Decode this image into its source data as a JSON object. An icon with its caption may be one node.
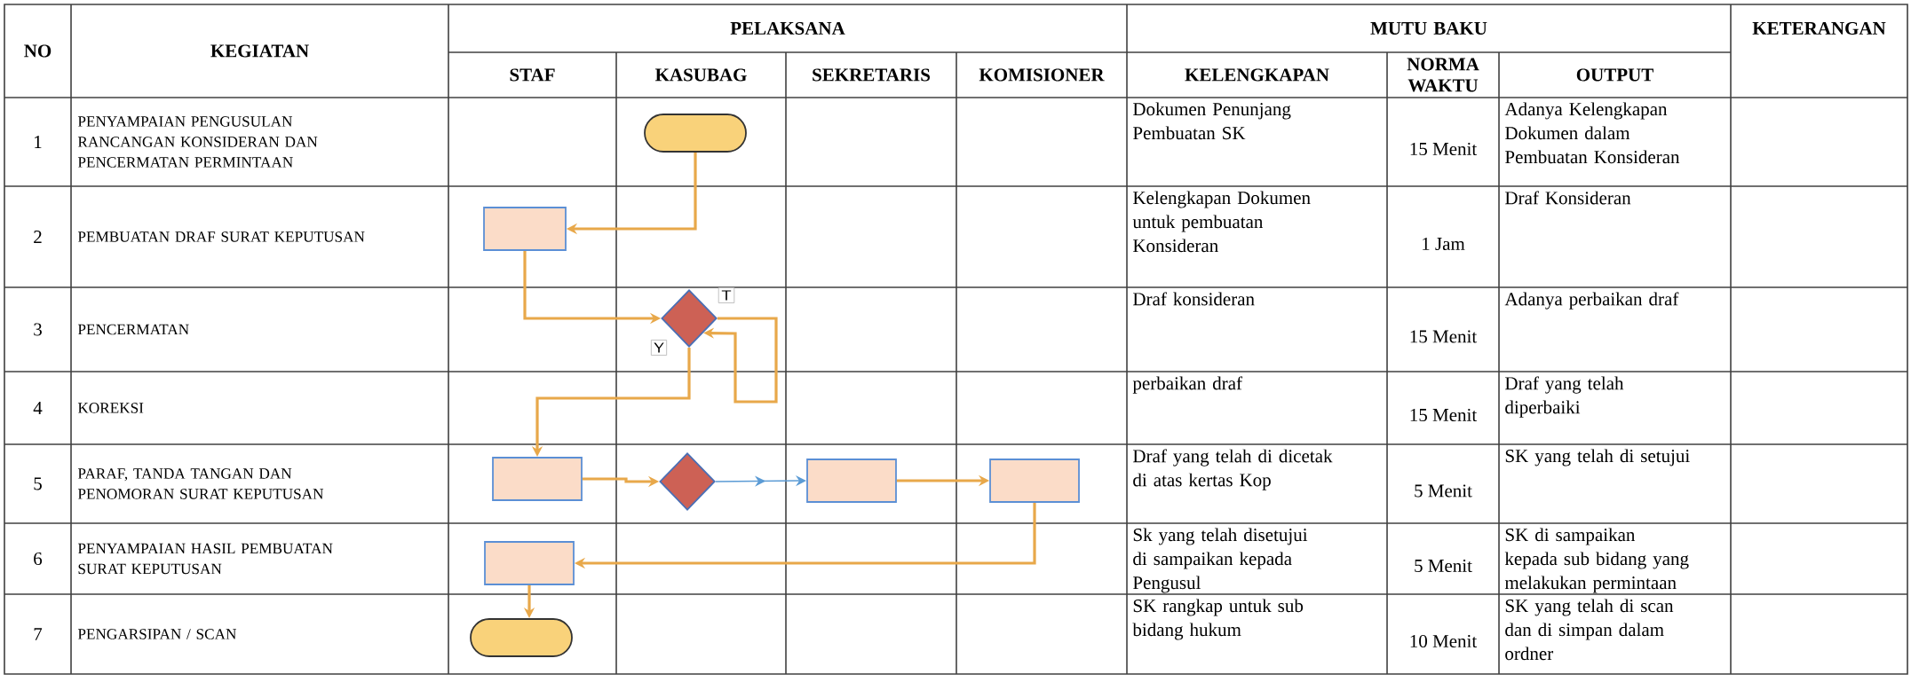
{
  "diagram": {
    "nodes": [
      {
        "text": [],
        "shape": "oval"
      },
      {
        "text": [],
        "shape": "box"
      },
      {
        "text": [],
        "shape": "diamond"
      },
      {
        "text": [],
        "shape": "box"
      },
      {
        "text": [],
        "shape": "diamond"
      },
      {
        "text": [],
        "shape": "box"
      },
      {
        "text": [],
        "shape": "box"
      },
      {
        "text": [],
        "shape": "box"
      },
      {
        "text": [],
        "shape": "oval"
      }
    ],
    "edges": [
      {
        "from": 0,
        "to": 1,
        "arrow": "to"
      },
      {
        "from": 1,
        "to": 2,
        "arrow": "to"
      },
      {
        "from": 2,
        "to": 2,
        "arrow": "to",
        "label": "T"
      },
      {
        "from": 2,
        "to": 3,
        "arrow": "to",
        "label": "Y"
      },
      {
        "from": 3,
        "to": 4,
        "arrow": "to"
      },
      {
        "from": 4,
        "to": 5,
        "arrow": "to",
        "color": "#5b9bd5"
      },
      {
        "from": 5,
        "to": 6,
        "arrow": "to"
      },
      {
        "from": 6,
        "to": 7,
        "arrow": "to"
      },
      {
        "from": 7,
        "to": 8,
        "arrow": "to"
      }
    ],
    "labels": [
      "NO",
      "KEGIATAN",
      "PELAKSANA",
      "MUTU BAKU",
      "KETERANGAN",
      "STAF",
      "KASUBAG",
      "SEKRETARIS",
      "KOMISIONER",
      "KELENGKAPAN",
      "NORMA WAKTU",
      "OUTPUT",
      "1",
      "PENYAMPAIAN PENGUSULAN RANCANGAN KONSIDERAN DAN PENCERMATAN PERMINTAAN",
      "Dokumen Penunjang Pembuatan SK",
      "15 Menit",
      "Adanya Kelengkapan Dokumen dalam Pembuatan Konsideran",
      "2",
      "PEMBUATAN DRAF SURAT KEPUTUSAN",
      "Kelengkapan Dokumen untuk pembuatan Konsideran",
      "1 Jam",
      "Draf Konsideran",
      "3",
      "PENCERMATAN",
      "Draf konsideran",
      "15 Menit",
      "Adanya perbaikan draf",
      "4",
      "KOREKSI",
      "perbaikan draf",
      "15 Menit",
      "Draf yang telah diperbaiki",
      "5",
      "PARAF, TANDA TANGAN DAN PENOMORAN SURAT KEPUTUSAN",
      "Draf yang telah di dicetak di atas kertas Kop",
      "5 Menit",
      "SK yang telah di setujui",
      "6",
      "PENYAMPAIAN HASIL PEMBUATAN SURAT KEPUTUSAN",
      "Sk yang telah disetujui di sampaikan kepada Pengusul",
      "5 Menit",
      "SK di sampaikan kepada sub bidang yang melakukan permintaan",
      "7",
      "PENGARSIPAN / SCAN",
      "SK rangkap untuk sub bidang hukum",
      "10 Menit",
      "SK yang telah di scan dan di simpan dalam ordner"
    ]
  }
}
